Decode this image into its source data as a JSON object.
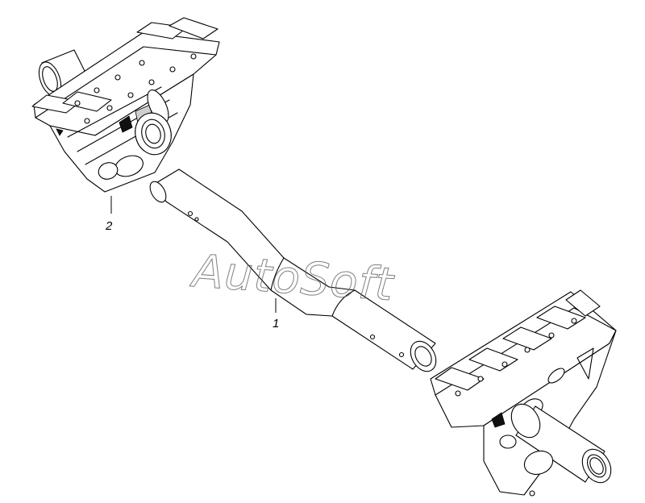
{
  "watermark": {
    "text": "AutoSoft"
  },
  "callouts": [
    {
      "id": "1",
      "label": "1"
    },
    {
      "id": "2",
      "label": "2"
    }
  ]
}
